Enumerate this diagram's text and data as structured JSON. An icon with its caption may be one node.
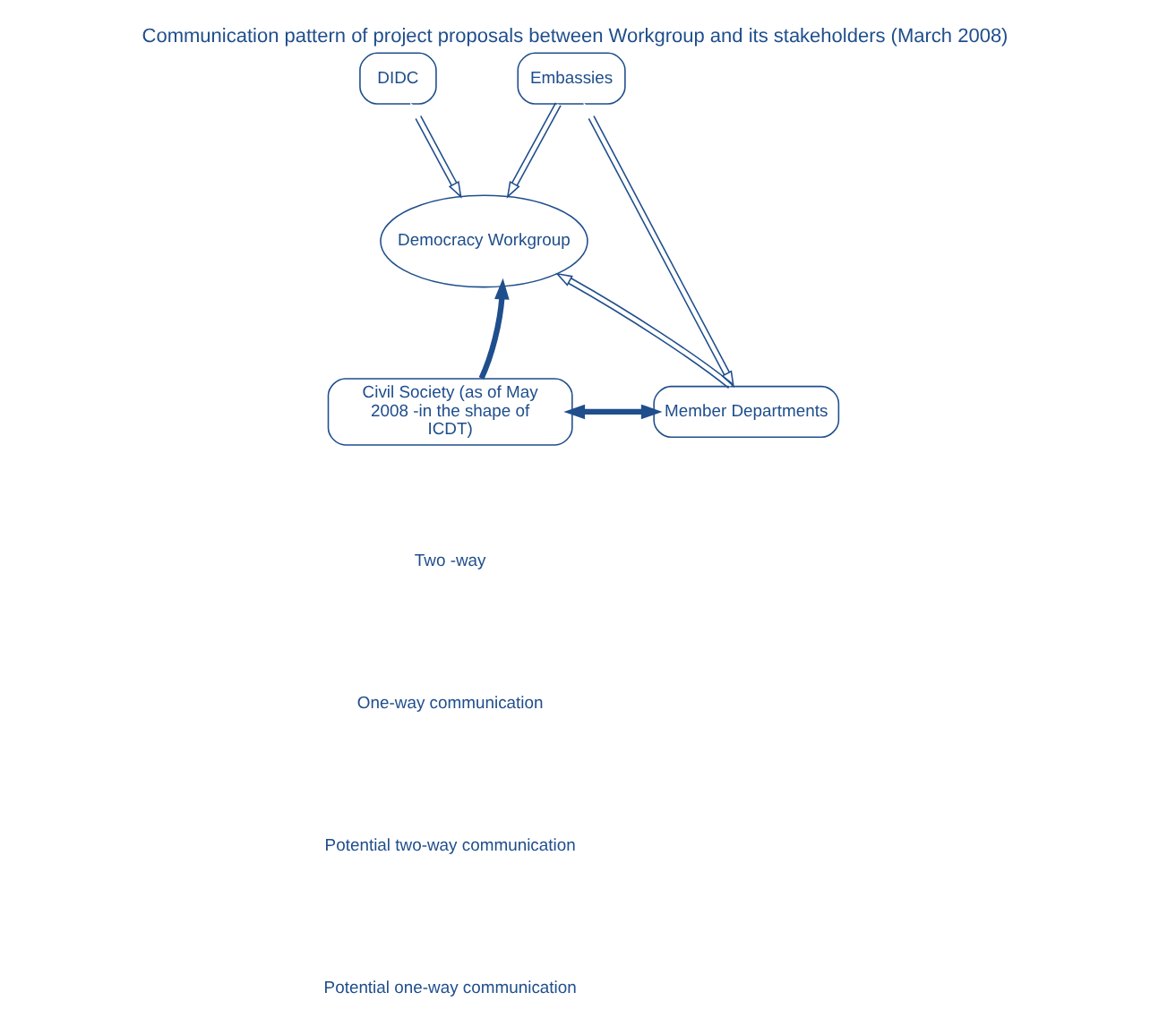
{
  "diagram": {
    "title": "Communication pattern of project proposals between Workgroup and its stakeholders (March 2008)",
    "nodes": [
      {
        "text": [
          "DIDC"
        ]
      },
      {
        "text": [
          "Embassies"
        ]
      },
      {
        "text": [
          "Democracy Workgroup"
        ]
      },
      {
        "text": [
          "Civil Society (as of May 2008 -in the shape of ICDT)"
        ]
      },
      {
        "text": [
          "Member Departments"
        ]
      }
    ],
    "edges": [
      {
        "from": 0,
        "to": 2,
        "arrow": "both"
      },
      {
        "from": 1,
        "to": 2,
        "arrow": "to"
      },
      {
        "from": 1,
        "to": 4,
        "arrow": "both"
      },
      {
        "from": 4,
        "to": 2,
        "arrow": "to"
      },
      {
        "from": 3,
        "to": 2,
        "arrow": "to",
        "style": "thick",
        "color": "#1f4e8c"
      },
      {
        "from": 3,
        "to": 4,
        "arrow": "both",
        "style": "thick",
        "color": "#1f4e8c"
      }
    ],
    "legend": [
      {
        "text": "Two -way"
      },
      {
        "text": "One-way communication"
      },
      {
        "text": "Potential two-way communication"
      },
      {
        "text": "Potential one-way communication"
      }
    ]
  }
}
